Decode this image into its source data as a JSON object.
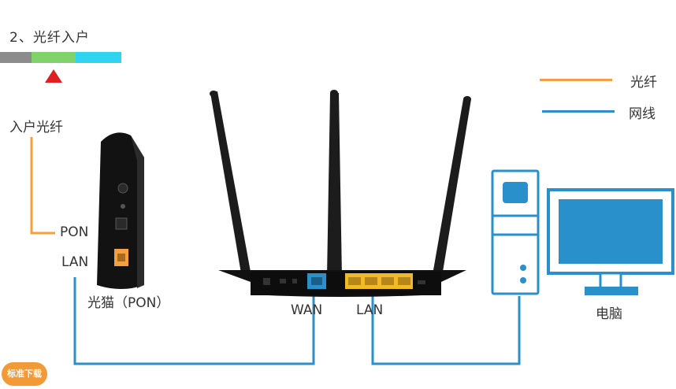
{
  "header": {
    "step_title": "2、光纤入户",
    "progress_colors": [
      "#8c8c8c",
      "#7fd36a",
      "#2ed4f0"
    ]
  },
  "legend": {
    "fiber_label": "光纤",
    "fiber_color": "#f5a040",
    "cable_label": "网线",
    "cable_color": "#2a90cc"
  },
  "modem": {
    "fiber_in_label": "入户光纤",
    "pon_label": "PON",
    "lan_label": "LAN",
    "name_label": "光猫（PON）"
  },
  "router": {
    "wan_label": "WAN",
    "lan_label": "LAN"
  },
  "computer": {
    "name_label": "电脑"
  },
  "watermark": {
    "text": "标准下载"
  }
}
